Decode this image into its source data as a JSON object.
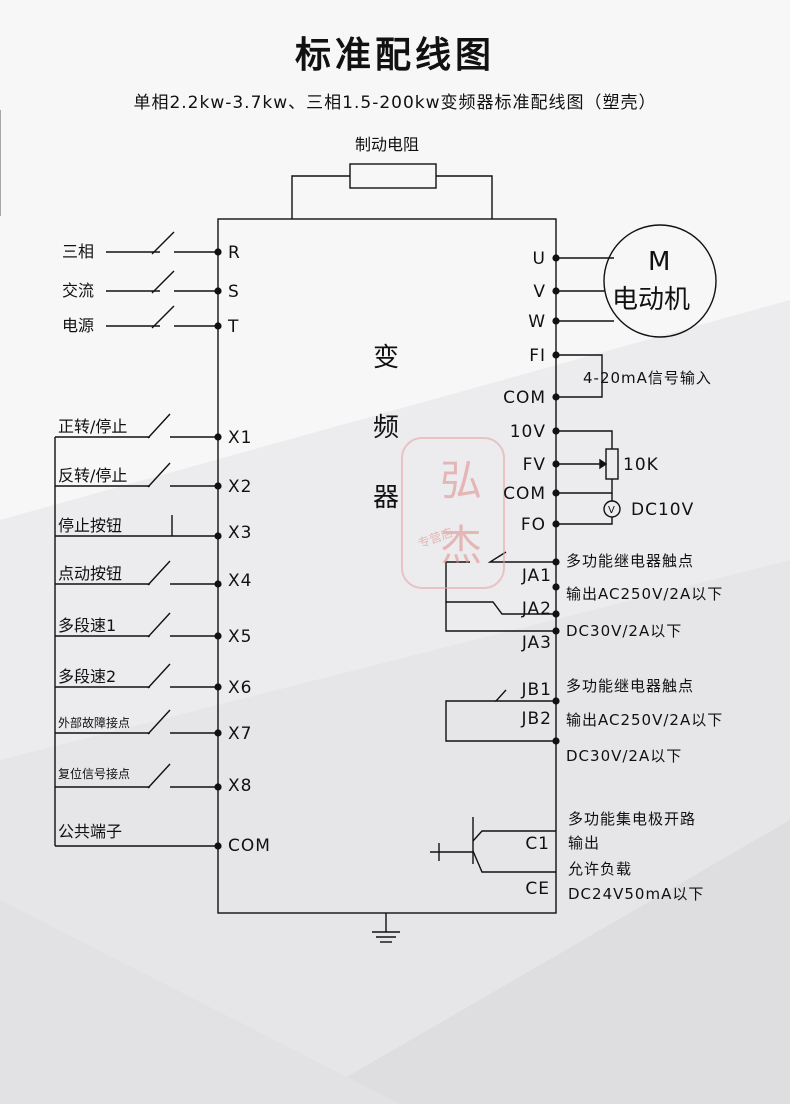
{
  "title": "标准配线图",
  "subtitle": "单相2.2kw-3.7kw、三相1.5-200kw变频器标准配线图（塑壳）",
  "brake_resistor_label": "制动电阻",
  "inverter_label": [
    "变",
    "频",
    "器"
  ],
  "motor": {
    "symbol": "M",
    "label": "电动机"
  },
  "power_inputs": [
    {
      "label": "三相",
      "terminal": "R"
    },
    {
      "label": "交流",
      "terminal": "S"
    },
    {
      "label": "电源",
      "terminal": "T"
    }
  ],
  "control_inputs": [
    {
      "label": "正转/停止",
      "terminal": "X1"
    },
    {
      "label": "反转/停止",
      "terminal": "X2"
    },
    {
      "label": "停止按钮",
      "terminal": "X3"
    },
    {
      "label": "点动按钮",
      "terminal": "X4"
    },
    {
      "label": "多段速1",
      "terminal": "X5"
    },
    {
      "label": "多段速2",
      "terminal": "X6"
    },
    {
      "label": "外部故障接点",
      "terminal": "X7"
    },
    {
      "label": "复位信号接点",
      "terminal": "X8"
    },
    {
      "label": "公共端子",
      "terminal": "COM"
    }
  ],
  "output_terminals": [
    "U",
    "V",
    "W"
  ],
  "analog_terminals": [
    "FI",
    "COM",
    "10V",
    "FV",
    "COM",
    "FO"
  ],
  "analog_notes": {
    "fi_input": "4-20mA信号输入",
    "pot": "10K",
    "meter_symbol": "V",
    "meter": "DC10V"
  },
  "relay_a": {
    "terminals": [
      "JA1",
      "JA2",
      "JA3"
    ],
    "notes": [
      "多功能继电器触点",
      "输出AC250V/2A以下",
      "DC30V/2A以下"
    ]
  },
  "relay_b": {
    "terminals": [
      "JB1",
      "JB2"
    ],
    "notes": [
      "多功能继电器触点",
      "输出AC250V/2A以下",
      "DC30V/2A以下"
    ]
  },
  "open_collector": {
    "terminals": [
      "C1",
      "CE"
    ],
    "notes": [
      "多功能集电极开路",
      "输出",
      "允许负载",
      "DC24V50mA以下"
    ]
  },
  "watermark": {
    "big": [
      "弘",
      "杰"
    ],
    "small": "专营店"
  },
  "colors": {
    "line": "#111111",
    "watermark": "#e4a2a2",
    "background": "#f7f7f8"
  }
}
